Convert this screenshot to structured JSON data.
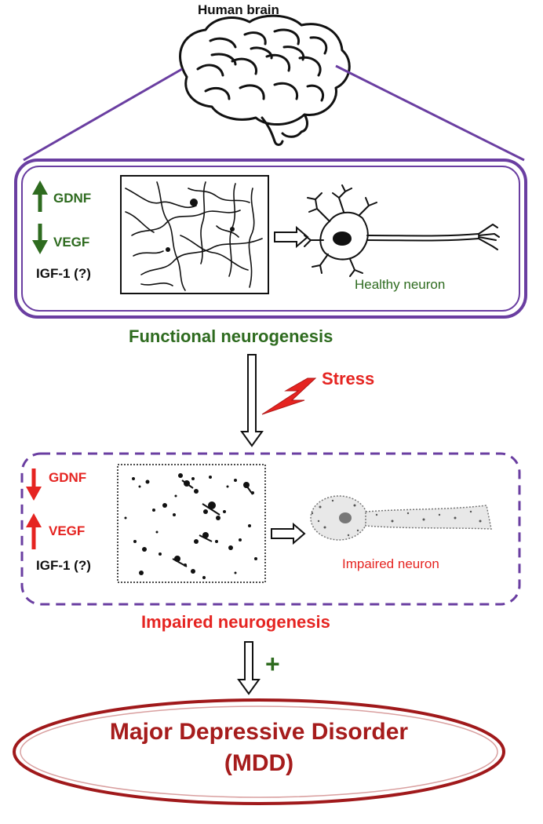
{
  "header": {
    "brain_label": "Human brain"
  },
  "healthy_panel": {
    "up_factor": "GDNF",
    "down_factor": "VEGF",
    "uncertain_factor": "IGF-1 (?)",
    "neuron_label": "Healthy neuron",
    "caption": "Functional neurogenesis"
  },
  "stress": {
    "label": "Stress"
  },
  "impaired_panel": {
    "down_factor": "GDNF",
    "up_factor": "VEGF",
    "uncertain_factor": "IGF-1 (?)",
    "neuron_label": "Impaired neuron",
    "caption": "Impaired neurogenesis"
  },
  "link_sign": "+",
  "outcome": {
    "line1": "Major Depressive Disorder",
    "line2": "(MDD)"
  },
  "colors": {
    "green": "#2e6b1f",
    "red": "#e52421",
    "dark_red": "#a61c1c",
    "purple": "#6a3ea1",
    "outcome_border": "#a0191b"
  }
}
